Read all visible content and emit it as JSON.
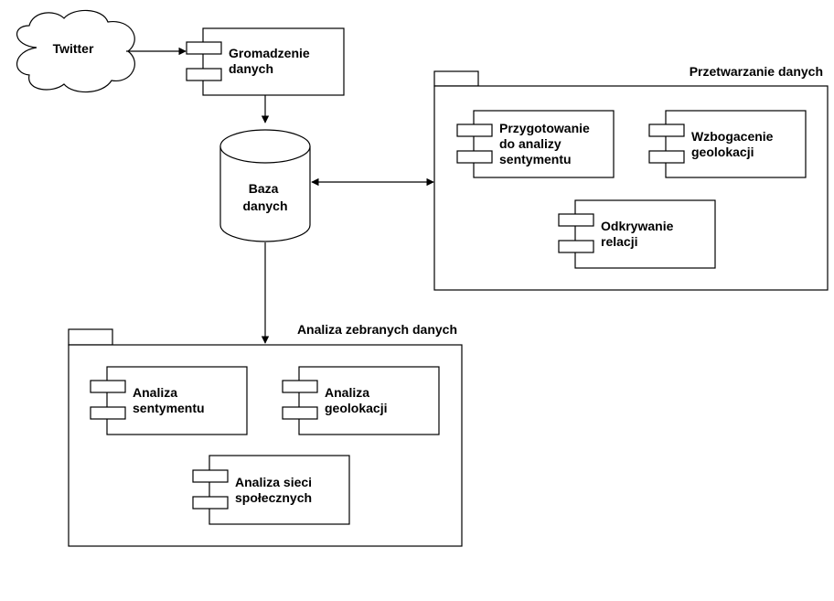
{
  "source": {
    "label": "Twitter"
  },
  "collector": {
    "label": [
      "Gromadzenie",
      "danych"
    ]
  },
  "database": {
    "label": [
      "Baza",
      "danych"
    ]
  },
  "processing_package": {
    "title": "Przetwarzanie danych",
    "components": [
      {
        "label": [
          "Przygotowanie",
          "do analizy",
          "sentymentu"
        ]
      },
      {
        "label": [
          "Wzbogacenie",
          "geolokacji"
        ]
      },
      {
        "label": [
          "Odkrywanie",
          "relacji"
        ]
      }
    ]
  },
  "analysis_package": {
    "title": "Analiza zebranych danych",
    "components": [
      {
        "label": [
          "Analiza",
          "sentymentu"
        ]
      },
      {
        "label": [
          "Analiza",
          "geolokacji"
        ]
      },
      {
        "label": [
          "Analiza sieci",
          "społecznych"
        ]
      }
    ]
  },
  "colors": {
    "stroke": "#000000",
    "fill": "#ffffff"
  }
}
